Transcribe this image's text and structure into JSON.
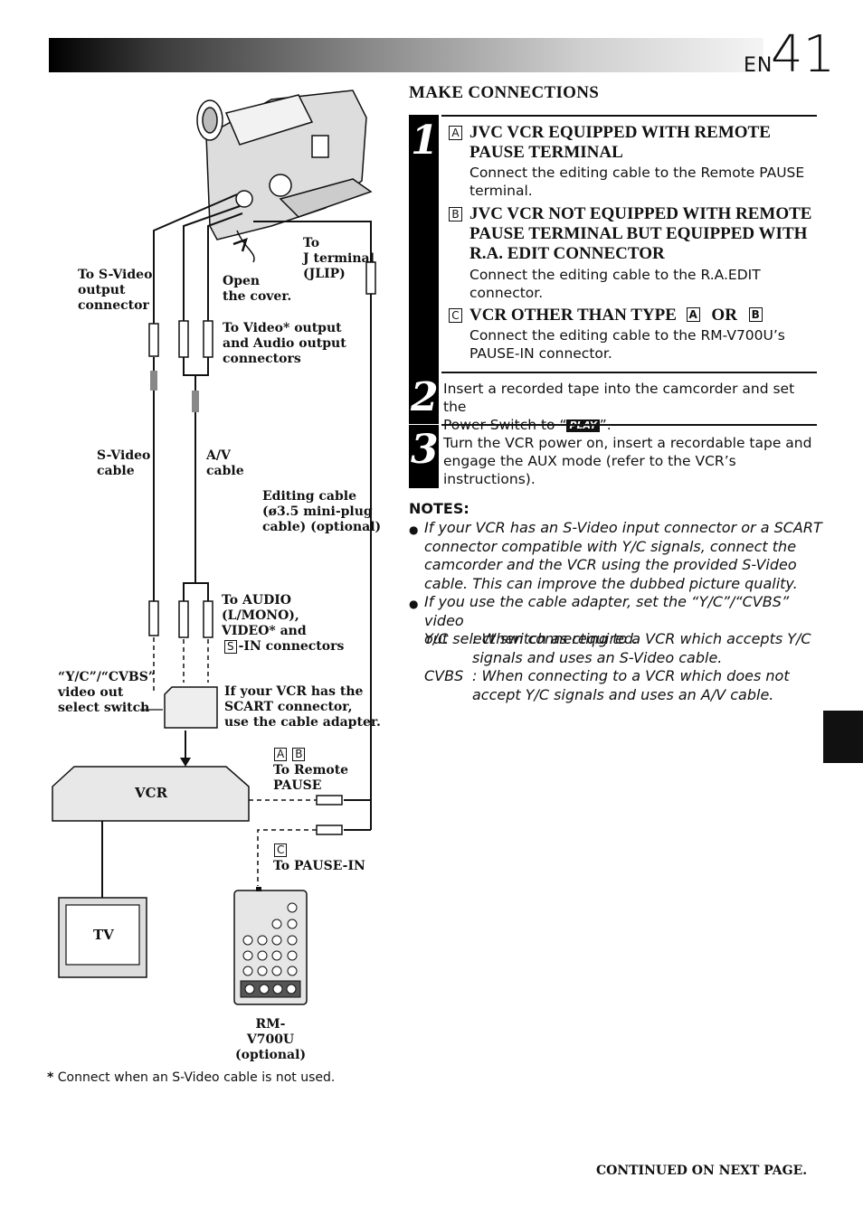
{
  "header": {
    "lang": "EN",
    "page": "41"
  },
  "diagram": {
    "to_svideo_output": "To S-Video\noutput\nconnector",
    "open_cover": "Open\nthe cover.",
    "to_j_terminal": "To\nJ terminal\n(JLIP)",
    "to_video_output": "To Video* output\nand Audio output\nconnectors",
    "svideo_cable": "S-Video\ncable",
    "av_cable": "A/V\ncable",
    "editing_cable": "Editing cable\n(ø3.5 mini-plug\ncable) (optional)",
    "to_audio": "To AUDIO\n(L/MONO),\nVIDEO* and",
    "s_box": "S",
    "in_connectors": "-IN connectors",
    "yc_switch": "“Y/C”/“CVBS”\nvideo out\nselect switch",
    "scart_note": "If your VCR has the\nSCART connector,\nuse the cable adapter.",
    "box_a": "A",
    "box_b": "B",
    "to_remote_pause": "To Remote\nPAUSE",
    "box_c": "C",
    "to_pause_in": "To PAUSE-IN",
    "vcr": "VCR",
    "tv": "TV",
    "remote": "RM-V700U\n(optional)"
  },
  "right": {
    "section_title": "MAKE CONNECTIONS",
    "step1": {
      "num": "1",
      "a_letter": "A",
      "a_head": "JVC VCR EQUIPPED WITH REMOTE\nPAUSE TERMINAL",
      "a_body": "Connect the editing cable to the Remote PAUSE\nterminal.",
      "b_letter": "B",
      "b_head": "JVC VCR NOT EQUIPPED WITH REMOTE\nPAUSE TERMINAL BUT EQUIPPED WITH\nR.A. EDIT CONNECTOR",
      "b_body": "Connect the editing cable to the R.A.EDIT\nconnector.",
      "c_letter": "C",
      "c_head_pre": "VCR OTHER THAN TYPE",
      "c_head_or": "OR",
      "c_box1": "A",
      "c_box2": "B",
      "c_body": "Connect the editing cable to the RM-V700U’s\nPAUSE-IN connector."
    },
    "step2": {
      "num": "2",
      "text_pre": "Insert a recorded tape into the camcorder and set the\nPower Switch to “",
      "play": "PLAY",
      "text_post": "”."
    },
    "step3": {
      "num": "3",
      "text": "Turn the VCR power on, insert a recordable tape and\nengage the AUX mode (refer to the VCR’s\ninstructions)."
    },
    "notes_title": "NOTES:",
    "note1": "If your VCR has an S-Video input connector or a SCART\nconnector compatible with Y/C signals, connect the\ncamcorder and the VCR using the provided S-Video\ncable. This can improve the dubbed picture quality.",
    "note2": "If you use the cable adapter, set the “Y/C”/“CVBS” video\nout select switch as required.",
    "yc_label": "Y/C",
    "yc_text": ": When connecting to a VCR which accepts Y/C\n  signals and uses an S-Video cable.",
    "cvbs_label": "CVBS",
    "cvbs_text": ": When connecting to a VCR which does not\n  accept Y/C signals and uses an A/V cable."
  },
  "footnote_star": "*",
  "footnote": "Connect when an S-Video cable is not used.",
  "continued": "CONTINUED ON NEXT PAGE."
}
